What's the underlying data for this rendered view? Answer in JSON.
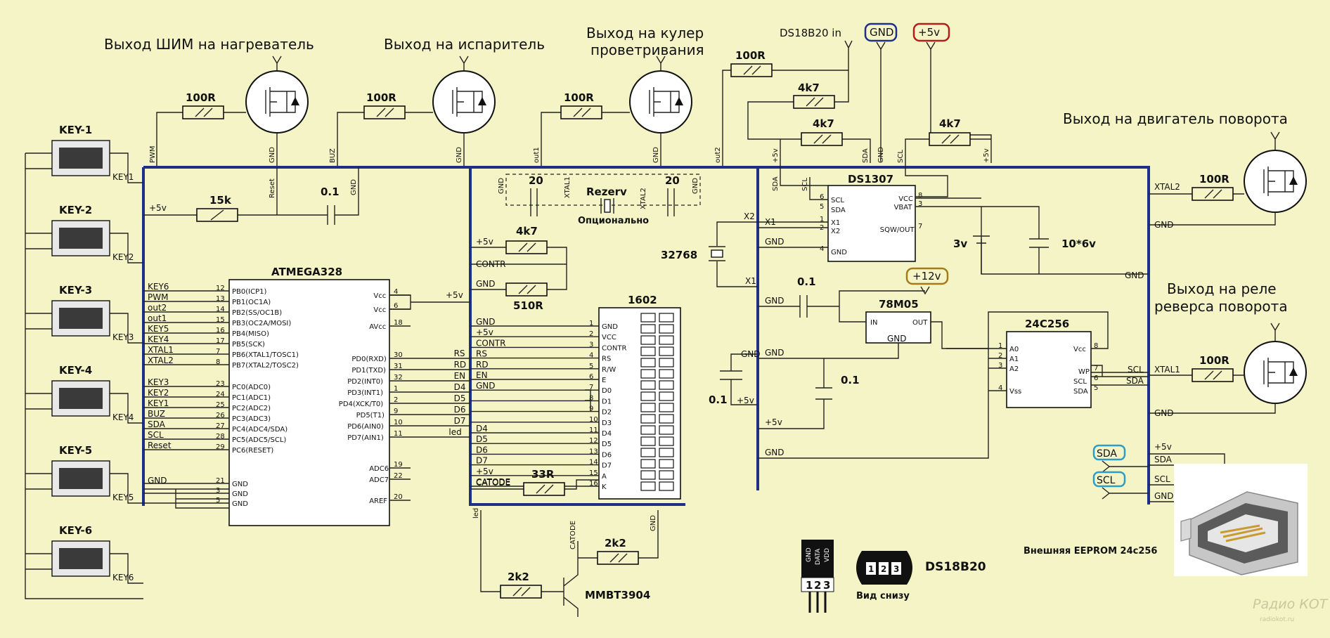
{
  "headings": {
    "pwm_heater": "Выход ШИМ на нагреватель",
    "evaporator": "Выход на испаритель",
    "cooler_1": "Выход на кулер",
    "cooler_2": "проветривания",
    "motor": "Выход на двигатель поворота",
    "relay_1": "Выход на реле",
    "relay_2": "реверса поворота"
  },
  "top_labels": {
    "ds18b20_in": "DS18B20 in",
    "gnd": "GND",
    "vcc": "+5v",
    "v12": "+12v"
  },
  "keys": [
    "KEY-1",
    "KEY-2",
    "KEY-3",
    "KEY-4",
    "KEY-5",
    "KEY-6"
  ],
  "key_nets": [
    "KEY1",
    "KEY2",
    "KEY3",
    "KEY4",
    "KEY5",
    "KEY6"
  ],
  "net_labels": {
    "pwm": "PWM",
    "buz": "BUZ",
    "out1": "out1",
    "out2": "out2",
    "gnd": "GND",
    "reset": "Reset",
    "vcc": "+5v",
    "xtal1": "XTAL1",
    "xtal2": "XTAL2",
    "sda": "SDA",
    "scl": "SCL",
    "x1": "X1",
    "x2": "X2",
    "led": "led",
    "catode": "CATODE",
    "contr": "CONTR",
    "rs": "RS",
    "rd": "RD",
    "en": "EN",
    "d4": "D4",
    "d5": "D5",
    "d6": "D6",
    "d7": "D7"
  },
  "components": {
    "r100": "100R",
    "r15k": "15k",
    "r4k7": "4k7",
    "r510": "510R",
    "r33": "33R",
    "r2k2": "2k2",
    "c01": "0.1",
    "c20": "20",
    "c10x6": "10*6v",
    "crystal": "32768",
    "battery": "3v",
    "rezerv": "Rezerv",
    "optional": "Опционально",
    "transistor": "MMBT3904"
  },
  "atmega": {
    "name": "ATMEGA328",
    "left_nets": [
      "KEY6",
      "PWM",
      "out2",
      "out1",
      "KEY5",
      "KEY4",
      "XTAL1",
      "XTAL2",
      "KEY3",
      "KEY2",
      "KEY1",
      "BUZ",
      "SDA",
      "SCL",
      "Reset",
      "GND"
    ],
    "left_nums": [
      "12",
      "13",
      "14",
      "15",
      "16",
      "17",
      "7",
      "8",
      "23",
      "24",
      "25",
      "26",
      "27",
      "28",
      "29",
      "21",
      "3",
      "5"
    ],
    "pins_left": [
      "PB0(ICP1)",
      "PB1(OC1A)",
      "PB2(SS/OC1B)",
      "PB3(OC2A/MOSI)",
      "PB4(MISO)",
      "PB5(SCK)",
      "PB6(XTAL1/TOSC1)",
      "PB7(XTAL2/TOSC2)",
      "PC0(ADC0)",
      "PC1(ADC1)",
      "PC2(ADC2)",
      "PC3(ADC3)",
      "PC4(ADC4/SDA)",
      "PC5(ADC5/SCL)",
      "PC6(RESET)",
      "GND",
      "GND",
      "GND"
    ],
    "pins_right": [
      "Vcc",
      "Vcc",
      "AVcc",
      "PD0(RXD)",
      "PD1(TXD)",
      "PD2(INT0)",
      "PD3(INT1)",
      "PD4(XCK/T0)",
      "PD5(T1)",
      "PD6(AIN0)",
      "PD7(AIN1)",
      "ADC6",
      "ADC7",
      "AREF"
    ],
    "nums_right": [
      "4",
      "6",
      "18",
      "30",
      "31",
      "32",
      "1",
      "2",
      "9",
      "10",
      "11",
      "19",
      "22",
      "20"
    ]
  },
  "lcd": {
    "name": "1602",
    "pins": [
      "GND",
      "VCC",
      "CONTR",
      "RS",
      "R/W",
      "E",
      "D0",
      "D1",
      "D2",
      "D3",
      "D4",
      "D5",
      "D6",
      "D7",
      "A",
      "K"
    ],
    "nets": [
      "GND",
      "+5v",
      "CONTR",
      "RS",
      "RD",
      "EN",
      "GND",
      "",
      "",
      "",
      "D4",
      "D5",
      "D6",
      "D7",
      "+5v",
      "CATODE"
    ]
  },
  "ds1307": {
    "name": "DS1307",
    "left_pins": [
      "SCL",
      "SDA",
      "X1",
      "X2",
      "GND"
    ],
    "left_nums": [
      "6",
      "5",
      "1",
      "2",
      "4"
    ],
    "right_pins": [
      "VCC",
      "VBAT",
      "SQW/OUT"
    ],
    "right_nums": [
      "8",
      "3",
      "7"
    ]
  },
  "regulator": {
    "name": "78M05",
    "in": "IN",
    "out": "OUT",
    "gnd": "GND"
  },
  "eeprom": {
    "name": "24C256",
    "left_pins": [
      "A0",
      "A1",
      "A2",
      "Vss"
    ],
    "left_nums": [
      "1",
      "2",
      "3",
      "4"
    ],
    "right_pins": [
      "Vcc",
      "WP",
      "SCL",
      "SDA"
    ],
    "right_nums": [
      "8",
      "7",
      "6",
      "5"
    ]
  },
  "sensor": {
    "pins": [
      "GND",
      "DATA",
      "VDD"
    ],
    "numbers": [
      "1",
      "2",
      "3"
    ],
    "name": "DS18B20",
    "caption": "Вид снизу"
  },
  "usb_caption": "Внешняя EEPROM 24c256",
  "watermark": {
    "brand": "Радио КОТ",
    "url": "radiokot.ru"
  },
  "colors": {
    "background": "#f4f4c6",
    "bus": "#1e2f8a",
    "gnd_tag": "#1e2f8a",
    "vcc_tag": "#b21e1e",
    "v12_tag": "#a57a18",
    "i2c_tag": "#2a9ec8"
  }
}
